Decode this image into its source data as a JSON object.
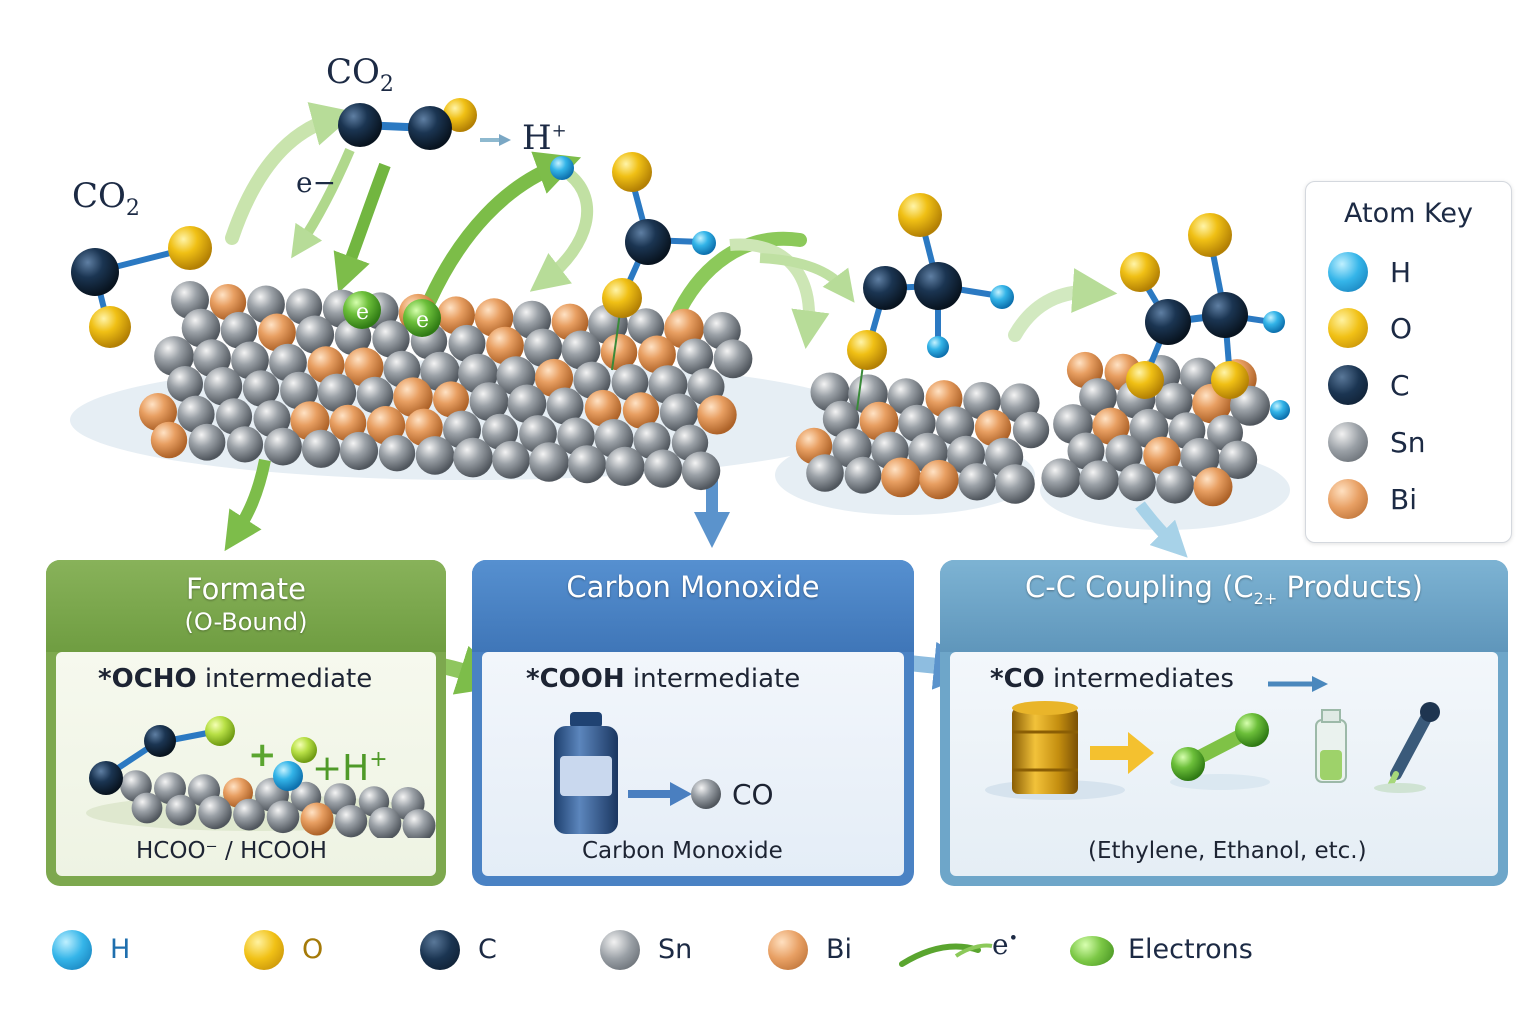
{
  "molecule_labels": {
    "co2_top": "CO",
    "co2_top_sub": "2",
    "co2_left": "CO",
    "co2_left_sub": "2",
    "proton": "H",
    "proton_sup": "+",
    "electron": "e−",
    "electron_sphere": "e"
  },
  "panels": {
    "formate": {
      "title": "Formate",
      "subtitle": "(O-Bound)",
      "intermediate_bold": "*OCHO",
      "intermediate_rest": " intermediate",
      "plus1": "+",
      "plus2": "+H",
      "plus2_sup": "+",
      "caption": "HCOO⁻ / HCOOH",
      "color": "#7da84e"
    },
    "co": {
      "title": "Carbon Monoxide",
      "intermediate_bold": "*COOH",
      "intermediate_rest": " intermediate",
      "product_label": "CO",
      "caption": "Carbon Monoxide",
      "color": "#4a82c4"
    },
    "cc": {
      "title_main": "C-C Coupling (C",
      "title_sub": "2+",
      "title_end": " Products)",
      "intermediate_bold": "*CO",
      "intermediate_rest": " intermediates",
      "caption": "(Ethylene, Ethanol, etc.)",
      "color": "#6ea6c9"
    }
  },
  "atom_key": {
    "title": "Atom Key",
    "items": [
      {
        "label": "H",
        "icon": "hydrogen-atom-icon",
        "color": "#35b5e9"
      },
      {
        "label": "O",
        "icon": "oxygen-atom-icon",
        "color": "#f1c116"
      },
      {
        "label": "C",
        "icon": "carbon-atom-icon",
        "color": "#1b3552"
      },
      {
        "label": "Sn",
        "icon": "tin-atom-icon",
        "color": "#9aa0a6"
      },
      {
        "label": "Bi",
        "icon": "bismuth-atom-icon",
        "color": "#e8a064"
      }
    ]
  },
  "legend": {
    "h": "H",
    "o": "O",
    "c": "C",
    "sn": "Sn",
    "bi": "Bi",
    "electron_arrow": "e",
    "electron_arrow_sup": "•",
    "electrons": "Electrons"
  }
}
